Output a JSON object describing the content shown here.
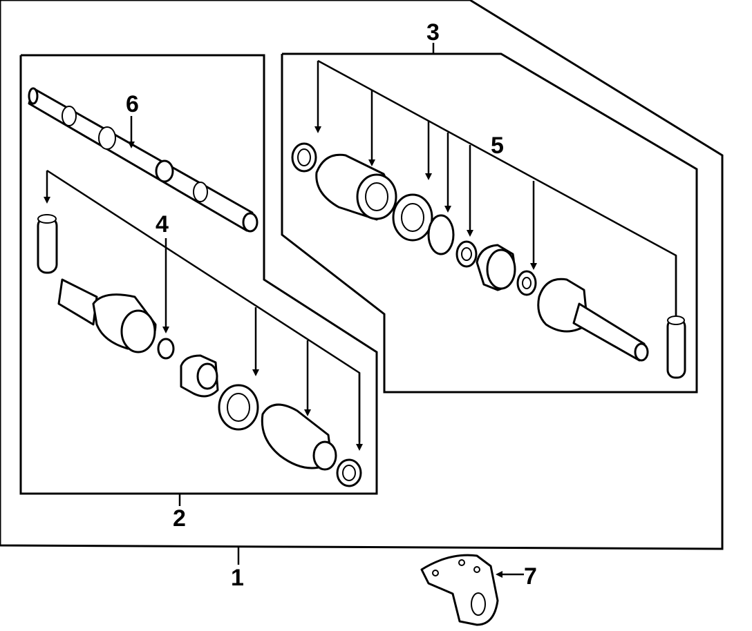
{
  "diagram": {
    "callouts": {
      "c1": "1",
      "c2": "2",
      "c3": "3",
      "c4": "4",
      "c5": "5",
      "c6": "6",
      "c7": "7"
    },
    "icons": {
      "arrow": "arrow-icon",
      "part": "part-icon"
    }
  }
}
